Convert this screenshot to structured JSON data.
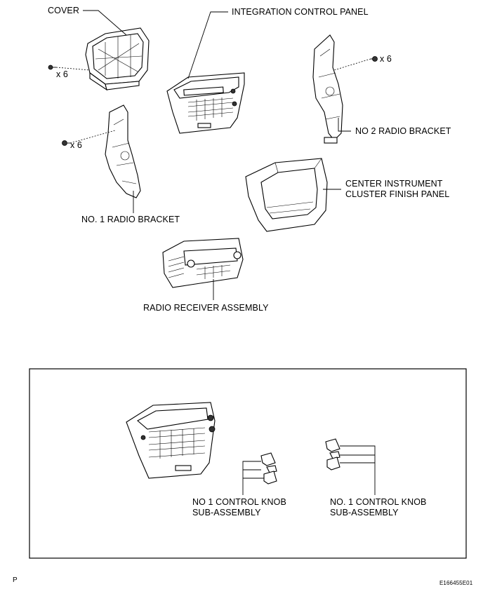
{
  "labels": {
    "cover": "COVER",
    "integration_panel": "INTEGRATION CONTROL PANEL",
    "no2_bracket": "NO  2 RADIO BRACKET",
    "no1_bracket": "NO. 1 RADIO BRACKET",
    "center_panel_line1": "CENTER INSTRUMENT",
    "center_panel_line2": "CLUSTER FINISH PANEL",
    "radio_receiver": "RADIO RECEIVER ASSEMBLY",
    "knob_left_line1": "NO  1 CONTROL KNOB",
    "knob_left_line2": "SUB-ASSEMBLY",
    "knob_right_line1": "NO. 1 CONTROL KNOB",
    "knob_right_line2": "SUB-ASSEMBLY",
    "qty_cover_screws": "x 6",
    "qty_no1_screws": "x 6",
    "qty_no2_screws": "x 6"
  },
  "footer": {
    "page_marker": "P",
    "figure_id": "E166455E01"
  }
}
